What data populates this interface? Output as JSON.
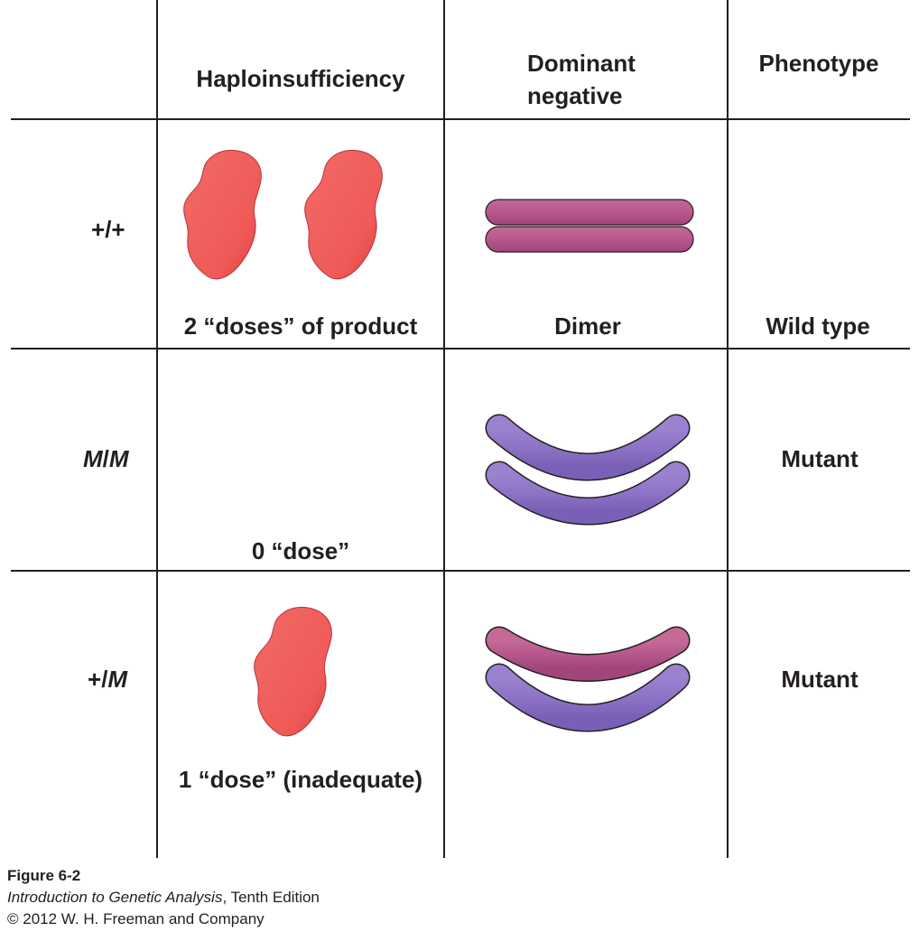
{
  "headers": {
    "haploinsufficiency": "Haploinsufficiency",
    "dominant_negative_line1": "Dominant",
    "dominant_negative_line2": "negative",
    "phenotype": "Phenotype"
  },
  "rows": [
    {
      "genotype_a": "+",
      "sep": "/",
      "genotype_b": "+",
      "haplo_label": "2 “doses” of product",
      "dn_label": "Dimer",
      "phenotype": "Wild type"
    },
    {
      "genotype_a": "M",
      "sep": "/",
      "genotype_b": "M",
      "haplo_label": "0 “dose”",
      "dn_label": "",
      "phenotype": "Mutant"
    },
    {
      "genotype_a": "+",
      "sep": "/",
      "genotype_b": "M",
      "haplo_label": "1 “dose” (inadequate)",
      "dn_label": "",
      "phenotype": "Mutant"
    }
  ],
  "caption": {
    "figure": "Figure 6-2",
    "book_title": "Introduction to Genetic Analysis",
    "edition": ", Tenth Edition",
    "copyright": "© 2012 W. H. Freeman and Company"
  },
  "colors": {
    "wild_type_protein": "#ef5a57",
    "wild_type_rod": "#b8588c",
    "mutant_rod": "#8e73c6",
    "grid_line": "#231f20"
  }
}
